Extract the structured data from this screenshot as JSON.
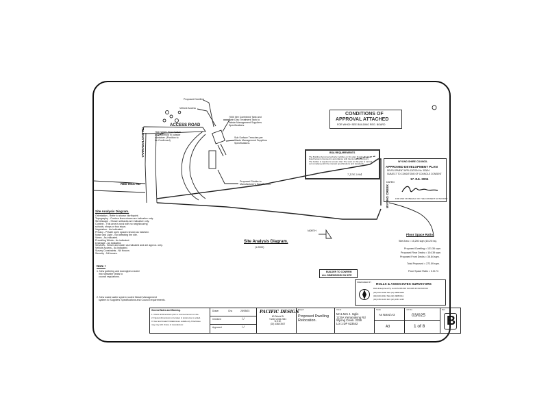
{
  "map": {
    "proposed_dwelling": "Proposed Dwelling",
    "vehicle_access": "Vehicle Access",
    "access_road": "ACCESS ROAD",
    "yarramalong_rd": "YARRAMALONG RD",
    "red_hill_rd": "RED HILL RD",
    "water_tank_note": "High Water Flow Switch\nand Solenoid in outside\ncontainer. (Position to\nbe Confirmed)",
    "septic_tank_note": "7000 litre Combined Tank and\nTwin Disc Treatment Tank to\nWaste Management Suppliers\nSpecifications.",
    "trenches_note": "Sub Surface Trenches per\nWaste Management Suppliers\nSpecifications.",
    "stubs_note": "Proposed Stubbs to\nManufacturer's Specification.",
    "north_label": "NORTH",
    "wyong_creek": "WYONG CREEK",
    "diagram_title": "Site Analysis Diagram.",
    "diagram_scale": "(1:2500)"
  },
  "stamps": {
    "conditions": {
      "line1": "CONDITIONS OF",
      "line2": "APPROVAL ATTACHED",
      "line3": "FOR WHICH SEE BUILDING REG. BOARD"
    },
    "bsa": {
      "title": "BSA REQUIREMENTS",
      "text": "The Building Services Authority certifies on this plan that the Builder\nlisted below is licensed in accordance with the Home Building Act,\nThe builder is required to ensure that: The work on this plan is carried\nout complying with the relevant specifications and standards.",
      "date": "7 JUN 2004"
    },
    "council": {
      "line1": "WYONG SHIRE COUNCIL",
      "line2": "APPROVED DEVELOPMENT PLAN",
      "line3": "DEVELOPMENT APPLICATION No. 353/04",
      "line4": "SUBJECT TO CONDITIONS OF COUNCILS CONSENT",
      "dated_label": "DATED",
      "date": "17 JUL 2004",
      "for_label": "FOR AND ON BEHALF OF THE CONSENT AUTHORITY"
    }
  },
  "site_analysis": {
    "heading": "Site Analysis Diagram.",
    "lines": [
      "Orientation - Refer to shown Northpoint.",
      "Topography - Contour lines shown are indicative only.",
      "Streetscape - Shown setbacks are indicative only.",
      "Context - This area is rural with no neighbouring",
      "schools, shops or bus stops.",
      "Vegetation - As indicated.",
      "Privacy - Private open spaces shown as hatched.",
      "Noise and Light - Not affecting the site.",
      "Views - As indicated.",
      "Prevailing Winds - As indicated.",
      "Drainage - As indicated.",
      "Services - Sewer and water as indicated and are approx. only.",
      "Vehicle Access - As indicated.",
      "Survey Constraints - Nil Known.",
      "Security - Nil issues."
    ],
    "note_heading": "Note !",
    "note1": "1. New guttering and downpipes routed\n   into rainwater tanks to\n   council regulations.",
    "note2": "2. New waste water system routed Waste Management\n   system to Suppliers Specifications and Council requirements."
  },
  "floor_space": {
    "heading": "Floor Space Ratio.",
    "site_area": "Site Area = 15,250 sqm (15.25 ha).",
    "dwelling": "Proposed Dwelling = 131.36 sqm.",
    "rear_decks": "Proposed Rear Decks = 104.39 sqm.",
    "front_decks": "Proposed Front Decks = 36.84 sqm.",
    "total": "Total Proposed = 272.59 sqm.",
    "ratio": "Floor Space Ratio = 0.01 %"
  },
  "builder_box": {
    "line1": "BUILDER TO CONFIRM",
    "line2": "ALL DIMENSIONS ON SITE"
  },
  "surveyors": {
    "prepared_by": "PREPARED BY",
    "name": "ROLLS & ASSOCIATES SURVEYORS",
    "details": [
      "Rolls Enterprises Pty Ltd   ACN 066 818 613   ABN 35 066 818 613",
      "(02) 4001 0300      TEL  (02) 4988 9388",
      "(02) 4001 0311      TEL  (02) 4988 9311",
      "(02) 4353 1234      FAX  (02) 4353 1235"
    ]
  },
  "title_block": {
    "general_notes_title": "General Notes and Warning.",
    "general_notes": [
      "1. Check all dimensions prior to commencement on site.",
      "2. Figured dimensions to be taken in preference to scaled.",
      "3. User and creator limitations are outside any. Final issue",
      "   may vary with choice of manufacturer."
    ],
    "drawn_label": "Drawn",
    "checked_label": "Checked",
    "approved_label": "Approved",
    "drawn_by": "Chu",
    "drawn_date": "25/05/03",
    "slash_date": "/ /",
    "firm_name": "PACIFIC DESIGN",
    "firm_details": "60 Rubini St\nTumbi Umbi 2261\nN.S.W.\n(02) 4388 3507",
    "project_label": "Project",
    "project": "Proposed Dwelling\nRelocation.",
    "client_label": "Client",
    "client": "Mr & Mrs J. Inglis\n1115A Yarramalong Rd\nWyong Creek. 2259\nLot 1 DP 623542",
    "scale_label": "Scale",
    "scale": "As Noted A3",
    "size": "A3",
    "job_label": "Job No.",
    "job_no": "03/025",
    "sheet": "1 of 8",
    "rev_label": "Rev",
    "revision": "B"
  }
}
